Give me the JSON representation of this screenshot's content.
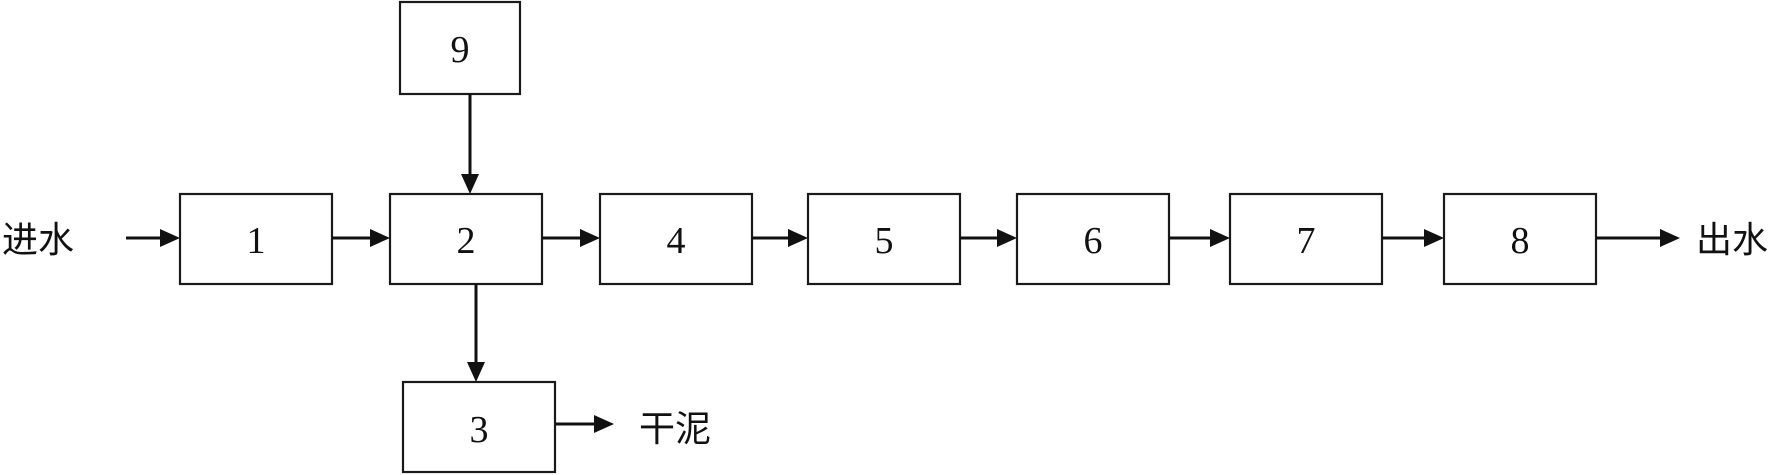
{
  "boxes": {
    "b1": "1",
    "b2": "2",
    "b3": "3",
    "b4": "4",
    "b5": "5",
    "b6": "6",
    "b7": "7",
    "b8": "8",
    "b9": "9"
  },
  "labels": {
    "inlet": "进水",
    "outlet": "出水",
    "sludge": "干泥"
  }
}
